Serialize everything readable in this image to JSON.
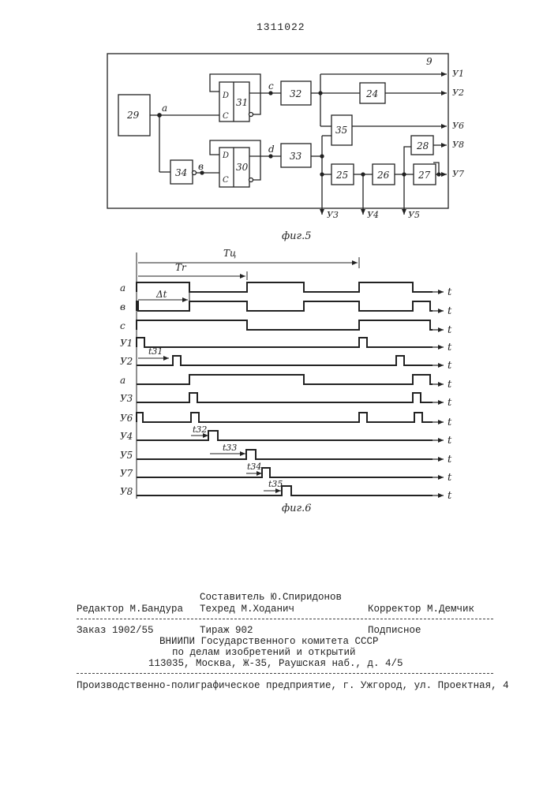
{
  "page_number": "1311022",
  "fig5": {
    "caption": "фиг.5",
    "frame_label": "9",
    "blocks": [
      "29",
      "31",
      "30",
      "32",
      "33",
      "34",
      "24",
      "35",
      "28",
      "25",
      "26",
      "27"
    ],
    "flipflop_inputs": {
      "d": "D",
      "c": "C"
    },
    "nodes": {
      "a": "a",
      "b": "в",
      "c": "c",
      "d": "d"
    },
    "outputs": {
      "y1": "У1",
      "y2": "У2",
      "y6": "У6",
      "y8": "У8",
      "y7": "У7",
      "y3": "У3",
      "y4": "У4",
      "y5": "У5"
    }
  },
  "fig6": {
    "caption": "фиг.6",
    "period_label": "Tц",
    "tr_label": "Tr",
    "dt_label": "Δt",
    "axis_label": "t",
    "rows": [
      {
        "label": "a"
      },
      {
        "label": "в"
      },
      {
        "label": "c"
      },
      {
        "label": "У1"
      },
      {
        "label": "У2"
      },
      {
        "label": "a"
      },
      {
        "label": "У3"
      },
      {
        "label": "У6"
      },
      {
        "label": "У4"
      },
      {
        "label": "У5"
      },
      {
        "label": "У7"
      },
      {
        "label": "У8"
      }
    ],
    "intervals": [
      "t31",
      "t32",
      "t33",
      "t34",
      "t35"
    ]
  },
  "imprint": {
    "compiler": "Составитель Ю.Спиридонов",
    "editor": "Редактор М.Бандура",
    "techred": "Техред М.Ходанич",
    "corrector": "Корректор М.Демчик",
    "order": "Заказ 1902/55",
    "circulation": "Тираж 902",
    "subscription": "Подписное",
    "org1": "ВНИИПИ Государственного комитета СССР",
    "org2": "по делам изобретений и открытий",
    "address": "113035, Москва, Ж-35, Раушская наб., д. 4/5",
    "printer": "Производственно-полиграфическое предприятие, г. Ужгород, ул. Проектная, 4"
  }
}
